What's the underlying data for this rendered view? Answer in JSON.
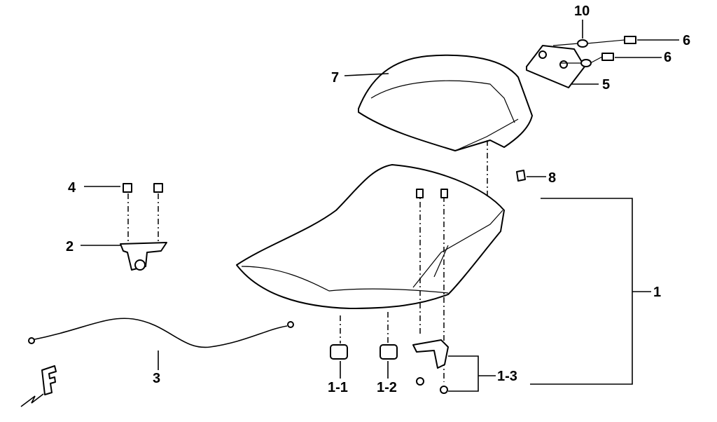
{
  "diagram": {
    "callouts": {
      "p10": "10",
      "p6a": "6",
      "p6b": "6",
      "p7": "7",
      "p5": "5",
      "p8": "8",
      "p4": "4",
      "p2": "2",
      "p1": "1",
      "p3": "3",
      "p1_1": "1-1",
      "p1_2": "1-2",
      "p1_3": "1-3"
    },
    "front_marker": "F"
  }
}
